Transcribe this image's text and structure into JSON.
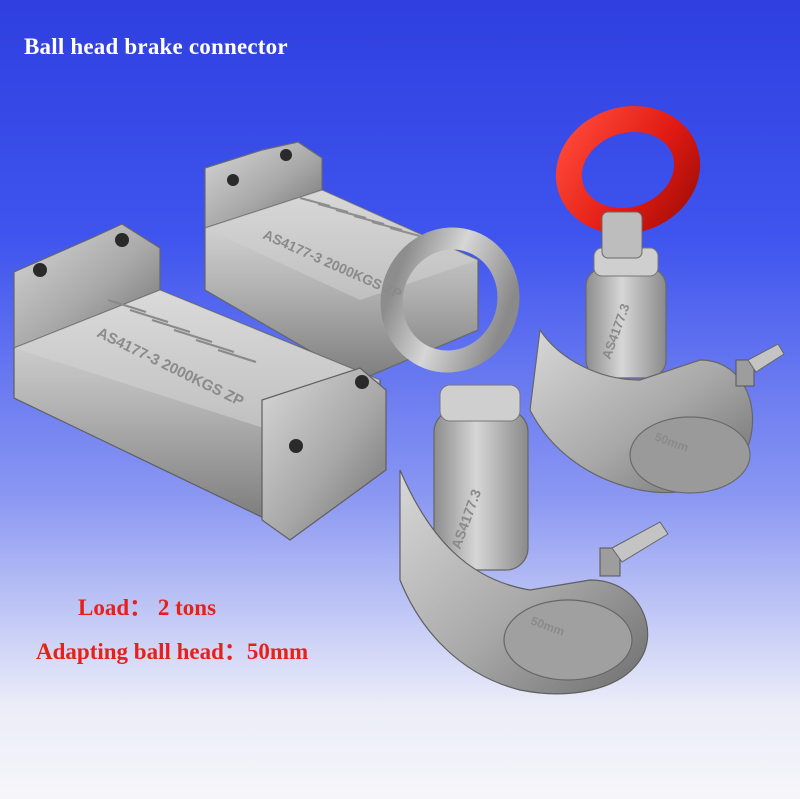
{
  "title": "Ball head brake connector",
  "specs": {
    "load": "Load：  2 tons",
    "ball_head": "Adapting ball head：50mm"
  },
  "castings": {
    "rear_body": "AS4177-3  2000KGS  ZP",
    "rear_neck": "AS4177.3",
    "rear_cup": "50mm",
    "front_body": "AS4177-3  2000KGS  ZP",
    "front_neck": "AS4177.3",
    "front_cup": "50mm"
  },
  "colors": {
    "title_text": "#ffffff",
    "spec_text": "#e8201a",
    "handle_red": "#e01a12",
    "metal": "#b9b9b9",
    "background_top": "#2f3fe0"
  }
}
